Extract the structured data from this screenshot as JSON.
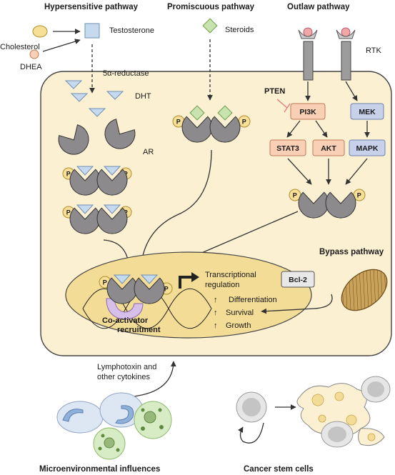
{
  "headers": {
    "hypersensitive": "Hypersensitive pathway",
    "promiscuous": "Promiscuous pathway",
    "outlaw": "Outlaw pathway",
    "bypass": "Bypass pathway",
    "microenvironment": "Microenvironmental influences",
    "stem_cells": "Cancer stem cells"
  },
  "labels": {
    "cholesterol": "Cholesterol",
    "dhea": "DHEA",
    "testosterone": "Testosterone",
    "steroids": "Steroids",
    "rtk": "RTK",
    "reductase": "5α-reductase",
    "dht": "DHT",
    "ar": "AR",
    "pten": "PTEN",
    "coactivator_line1": "Co-activator",
    "coactivator_line2": "recruitment",
    "transcription_line1": "Transcriptional",
    "transcription_line2": "regulation",
    "differentiation": "Differentiation",
    "survival": "Survival",
    "growth": "Growth",
    "cytokines_line1": "Lymphotoxin and",
    "cytokines_line2": "other cytokines",
    "phospho": "P",
    "up_arrow": "↑"
  },
  "kinases": {
    "pi3k": "PI3K",
    "stat3": "STAT3",
    "akt": "AKT",
    "mek": "MEK",
    "mapk": "MAPK",
    "bcl2": "Bcl-2"
  },
  "colors": {
    "cell_fill": "#fbf0d2",
    "nucleus_fill": "#f3dc95",
    "receptor_gray": "#8c8a8c",
    "ligand_blue": "#c5d9ef",
    "steroid_green": "#c8e3b0",
    "phospho_yellow": "#f7df98",
    "kinase_orange": "#f9cfb6",
    "kinase_blue": "#c7d2ea",
    "coactivator_purple": "#d6bfe8",
    "mito_brown": "#c9a35a"
  }
}
